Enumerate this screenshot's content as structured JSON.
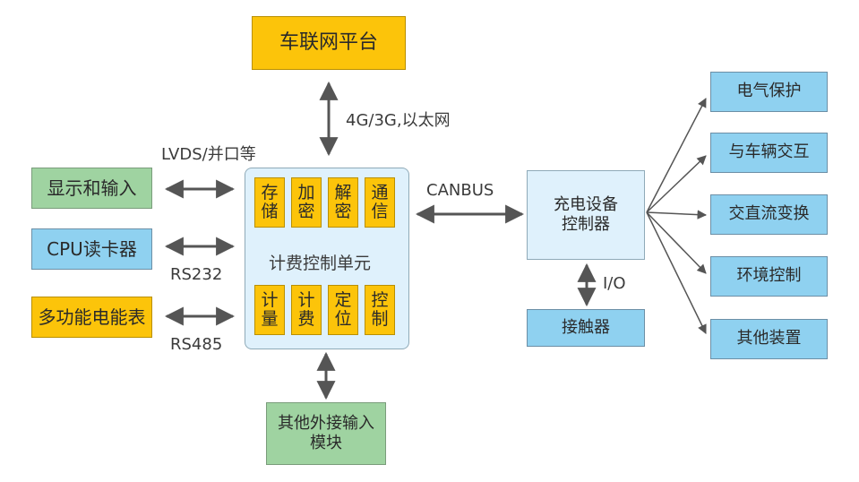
{
  "platform": {
    "label": "车联网平台"
  },
  "links": {
    "network": "4G/3G,以太网",
    "lvds": "LVDS/并口等",
    "canbus": "CANBUS",
    "rs232": "RS232",
    "rs485": "RS485",
    "io": "I/O"
  },
  "left": {
    "display": "显示和输入",
    "cpu": "CPU读卡器",
    "meter": "多功能电能表"
  },
  "unit": {
    "title": "计费控制单元",
    "top_cells": [
      {
        "c1": "存",
        "c2": "储"
      },
      {
        "c1": "加",
        "c2": "密"
      },
      {
        "c1": "解",
        "c2": "密"
      },
      {
        "c1": "通",
        "c2": "信"
      }
    ],
    "bottom_cells": [
      {
        "c1": "计",
        "c2": "量"
      },
      {
        "c1": "计",
        "c2": "费"
      },
      {
        "c1": "定",
        "c2": "位"
      },
      {
        "c1": "控",
        "c2": "制"
      }
    ]
  },
  "other_input": {
    "line1": "其他外接输入",
    "line2": "模块"
  },
  "charger": {
    "line1": "充电设备",
    "line2": "控制器"
  },
  "contactor": {
    "label": "接触器"
  },
  "right": {
    "items": [
      "电气保护",
      "与车辆交互",
      "交直流变换",
      "环境控制",
      "其他装置"
    ]
  },
  "colors": {
    "yellow": "#fcc40a",
    "blue": "#8fd1f0",
    "green": "#9fd3a1",
    "light_blue": "#dff1fc",
    "arrow": "#555555"
  }
}
